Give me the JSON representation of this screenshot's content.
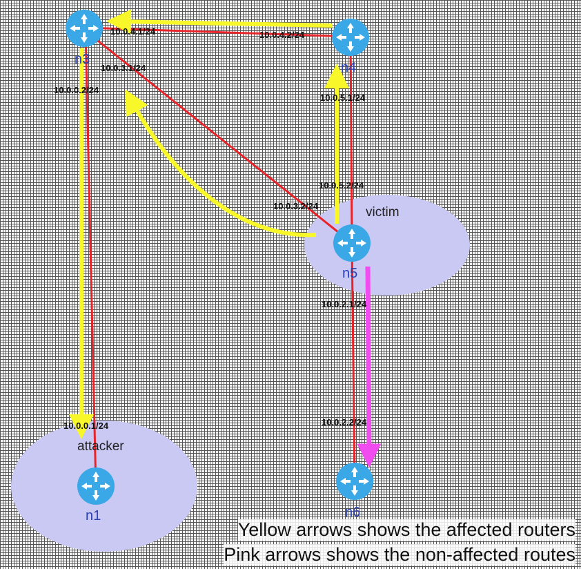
{
  "nodes": {
    "n3": "n3",
    "n4": "n4",
    "n5": "n5",
    "n1": "n1",
    "n6": "n6"
  },
  "zones": {
    "victim": "victim",
    "attacker": "attacker"
  },
  "interfaces": {
    "n3_n4": "10.0.4.1/24",
    "n4_n3": "10.0.4.2/24",
    "n3_n5": "10.0.3.1/24",
    "n3_n1": "10.0.0.2/24",
    "n4_n5": "10.0.5.1/24",
    "n5_n4": "10.0.5.2/24",
    "n5_n3": "10.0.3.2/24",
    "n5_n6": "10.0.2.1/24",
    "n6_n5": "10.0.2.2/24",
    "n1_n3": "10.0.0.1/24"
  },
  "colors": {
    "link": "#e8232a",
    "affected_arrow": "#f7f72a",
    "nonaffected_arrow": "#f04cf0",
    "router": "#3aa7e6",
    "zone": "#c9c9f3"
  },
  "caption": {
    "line1": "Yellow arrows shows the affected routers",
    "line2": "Pink arrows shows the non-affected routes"
  }
}
